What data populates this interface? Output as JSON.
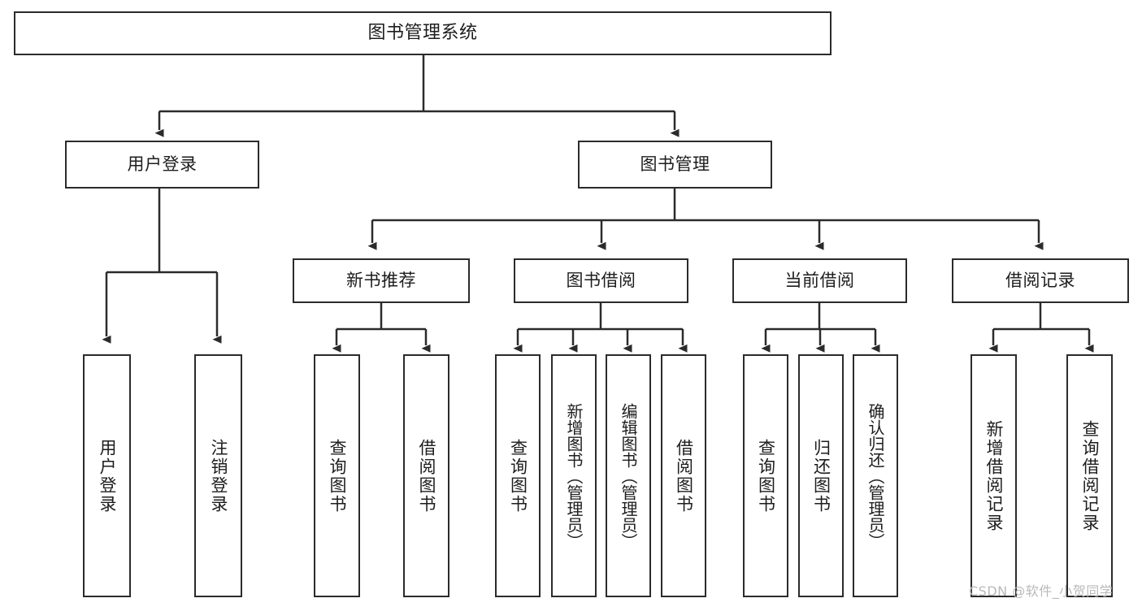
{
  "diagram": {
    "title": "图书管理系统",
    "type": "tree-hierarchy",
    "root": {
      "label": "图书管理系统"
    },
    "level2": [
      {
        "label": "用户登录"
      },
      {
        "label": "图书管理"
      }
    ],
    "level3": [
      {
        "label": "新书推荐"
      },
      {
        "label": "图书借阅"
      },
      {
        "label": "当前借阅"
      },
      {
        "label": "借阅记录"
      }
    ],
    "leaves": {
      "user_login": [
        {
          "label": "用户登录"
        },
        {
          "label": "注销登录"
        }
      ],
      "new_book_recommend": [
        {
          "label": "查询图书"
        },
        {
          "label": "借阅图书"
        }
      ],
      "book_borrow": [
        {
          "label": "查询图书"
        },
        {
          "label": "新增图书（管理员）"
        },
        {
          "label": "编辑图书（管理员）"
        },
        {
          "label": "借阅图书"
        }
      ],
      "current_borrow": [
        {
          "label": "查询图书"
        },
        {
          "label": "归还图书"
        },
        {
          "label": "确认归还（管理员）"
        }
      ],
      "borrow_records": [
        {
          "label": "新增借阅记录"
        },
        {
          "label": "查询借阅记录"
        }
      ]
    }
  },
  "watermark": {
    "text": "CSDN @软件_小贺同学"
  },
  "colors": {
    "background": "#ffffff",
    "box_border": "#2b2b2b",
    "box_fill": "#ffffff",
    "text": "#1d1d1d",
    "connector": "#2b2b2b",
    "watermark": "#b9b9b9"
  }
}
